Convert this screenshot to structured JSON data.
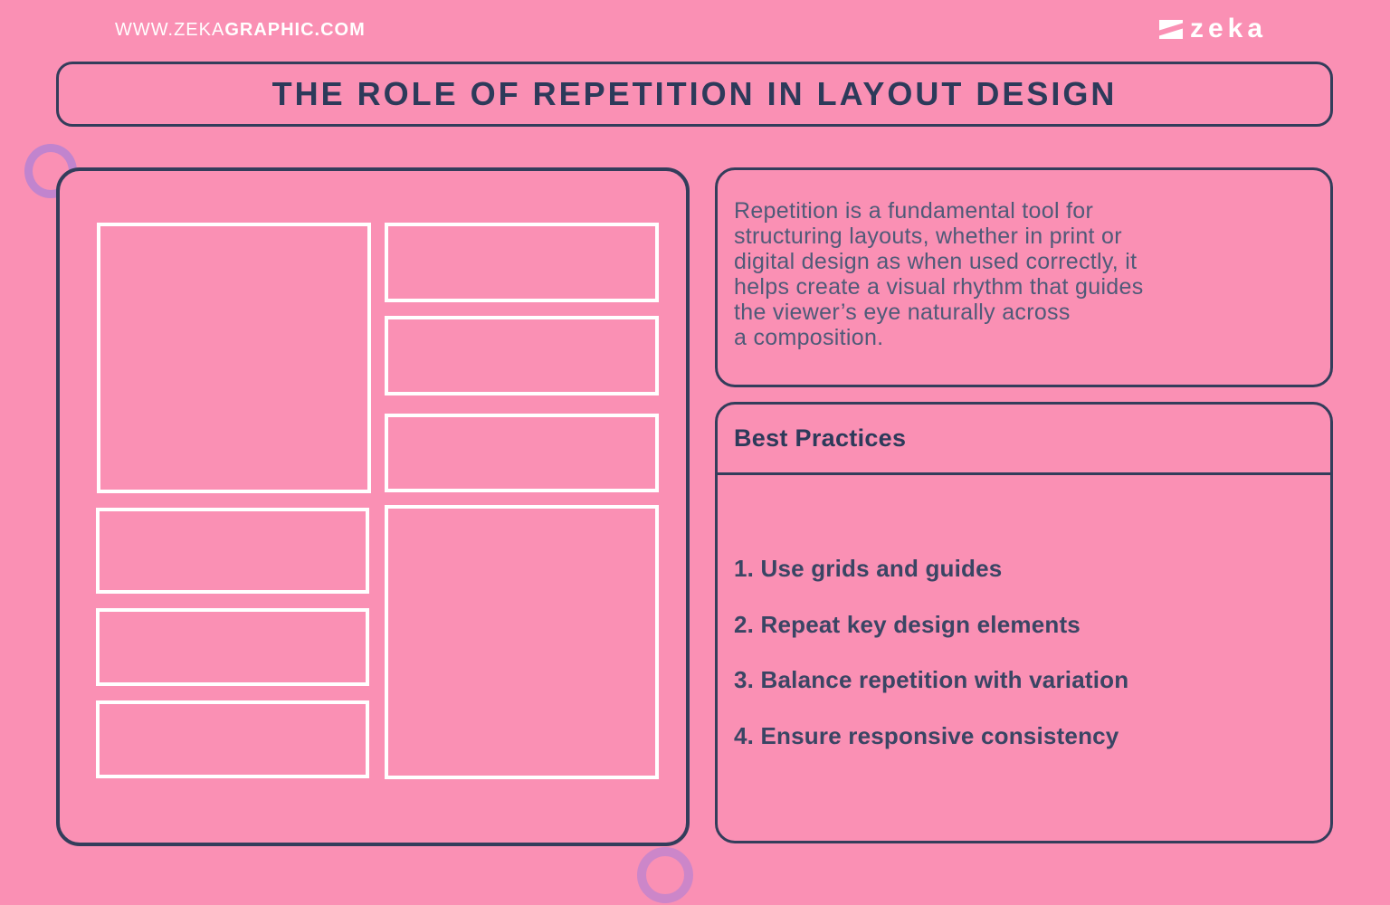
{
  "page": {
    "background_color": "#FA90B4",
    "navy_color": "#333D5B",
    "white_color": "#FFFFFF",
    "paragraph_text_color": "#4F5A78",
    "list_text_color": "#3A4564"
  },
  "header": {
    "site_url_regular": "WWW.ZEKA",
    "site_url_bold": "GRAPHIC.COM",
    "logo_text": "zeka"
  },
  "title": {
    "text": "THE ROLE OF REPETITION IN LAYOUT DESIGN"
  },
  "intro": {
    "paragraph": "Repetition is a fundamental tool for\nstructuring layouts, whether in print or\ndigital design as when used correctly, it\nhelps create a visual rhythm that guides\nthe viewer’s eye naturally across\na composition."
  },
  "best_practices": {
    "heading": "Best Practices",
    "items": [
      "1. Use grids and guides",
      "2. Repeat key design elements",
      "3. Balance repetition with variation",
      "4. Ensure responsive consistency"
    ]
  },
  "decor": {
    "circle_top_color": "#C184CE",
    "circle_bottom_color": "#CC86C9",
    "wireframe_outline_color": "#FFFFFF"
  }
}
